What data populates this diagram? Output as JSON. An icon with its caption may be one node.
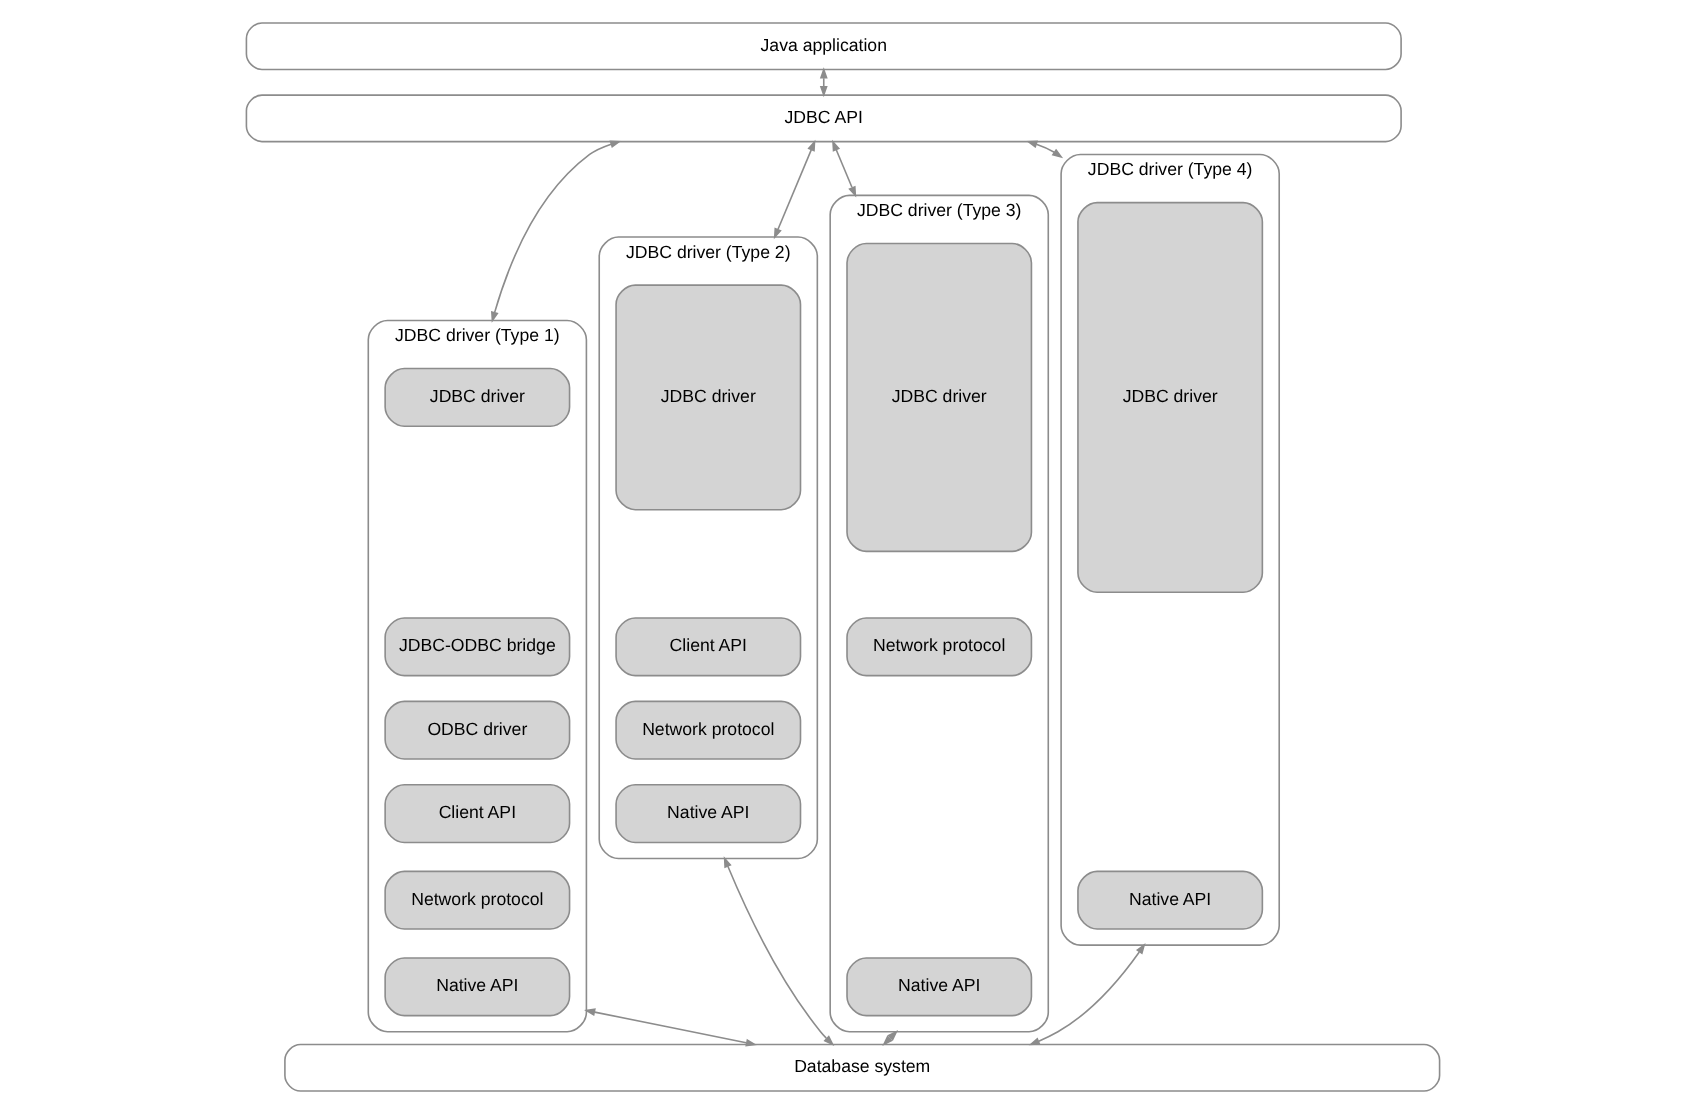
{
  "diagram": {
    "nodes": [
      {
        "text": [
          "Java application"
        ]
      },
      {
        "text": [
          "JDBC API"
        ]
      },
      {
        "text": [
          "JDBC driver (Type 1)"
        ]
      },
      {
        "text": [
          "JDBC driver"
        ],
        "in": 2
      },
      {
        "text": [
          "JDBC-ODBC bridge"
        ],
        "in": 2
      },
      {
        "text": [
          "ODBC driver"
        ],
        "in": 2
      },
      {
        "text": [
          "Client API"
        ],
        "in": 2
      },
      {
        "text": [
          "Network protocol"
        ],
        "in": 2
      },
      {
        "text": [
          "Native API"
        ],
        "in": 2
      },
      {
        "text": [
          "JDBC driver (Type 2)"
        ]
      },
      {
        "text": [
          "JDBC driver"
        ],
        "in": 9
      },
      {
        "text": [
          "Client API"
        ],
        "in": 9
      },
      {
        "text": [
          "Network protocol"
        ],
        "in": 9
      },
      {
        "text": [
          "Native API"
        ],
        "in": 9
      },
      {
        "text": [
          "JDBC driver (Type 3)"
        ]
      },
      {
        "text": [
          "JDBC driver"
        ],
        "in": 14
      },
      {
        "text": [
          "Network protocol"
        ],
        "in": 14
      },
      {
        "text": [
          "Native API"
        ],
        "in": 14
      },
      {
        "text": [
          "JDBC driver (Type 4)"
        ]
      },
      {
        "text": [
          "JDBC driver"
        ],
        "in": 18
      },
      {
        "text": [
          "Native API"
        ],
        "in": 18
      },
      {
        "text": [
          "Database system"
        ]
      }
    ],
    "edges": [
      {
        "from": 0,
        "to": 1,
        "arrow": "both"
      },
      {
        "from": 1,
        "to": 2,
        "arrow": "both"
      },
      {
        "from": 1,
        "to": 9,
        "arrow": "both"
      },
      {
        "from": 1,
        "to": 14,
        "arrow": "both"
      },
      {
        "from": 1,
        "to": 18,
        "arrow": "both"
      },
      {
        "from": 2,
        "to": 21,
        "arrow": "both"
      },
      {
        "from": 9,
        "to": 21,
        "arrow": "both"
      },
      {
        "from": 14,
        "to": 21,
        "arrow": "both"
      },
      {
        "from": 18,
        "to": 21,
        "arrow": "both"
      }
    ]
  }
}
